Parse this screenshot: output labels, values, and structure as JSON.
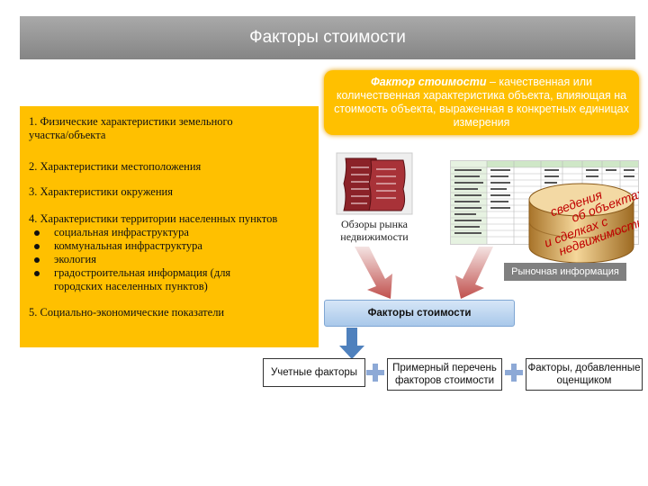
{
  "title": "Факторы стоимости",
  "definition": {
    "term": "Фактор стоимости",
    "text": " – качественная или количественная характеристика объекта, влияющая на стоимость объекта, выраженная в конкретных единицах измерения"
  },
  "factors": {
    "item1": "1. Физические характеристики земельного участка/объекта",
    "item2": "2. Характеристики местоположения",
    "item3": "3. Характеристики окружения",
    "item4": "4. Характеристики территории населенных пунктов",
    "item4_sub": [
      "социальная инфраструктура",
      "коммунальная инфраструктура",
      "экология",
      "градостроительная информация (для городских населенных пунктов)"
    ],
    "item5": "5. Социально-экономические показатели"
  },
  "reviews_label": "Обзоры рынка недвижимости",
  "cylinder_text": [
    "сведения",
    "об объектах",
    "и сделках с",
    "недвижимостью"
  ],
  "market_info_label": "Рыночная информация",
  "factors_box_label": "Факторы стоимости",
  "bottom_boxes": {
    "accounting": "Учетные факторы",
    "list": "Примерный перечень факторов стоимости",
    "appraiser": "Факторы, добавленные оценщиком"
  },
  "colors": {
    "panel": "#ffc000",
    "title_bar": "#999999",
    "arrow_red": "#c0504d",
    "arrow_blue": "#4f81bd",
    "plus": "#8da9d6"
  }
}
